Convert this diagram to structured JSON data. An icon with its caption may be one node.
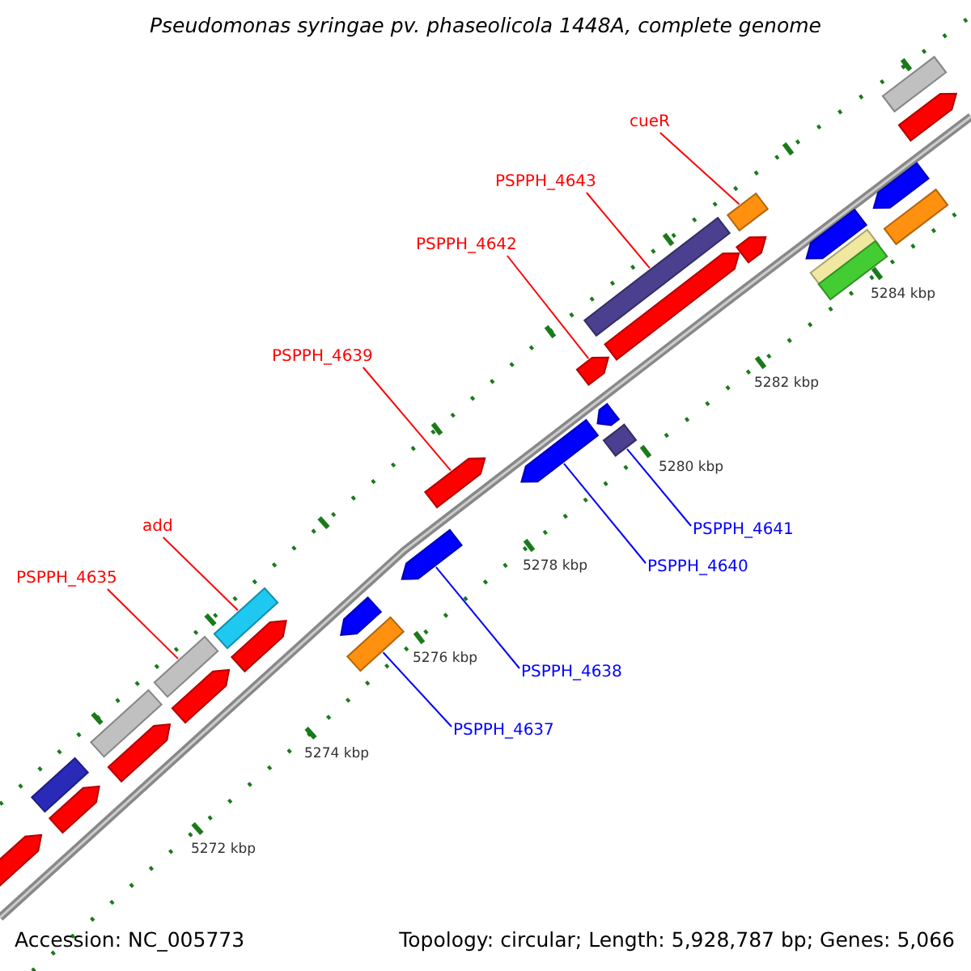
{
  "diagram": {
    "title": "Pseudomonas syringae pv. phaseolicola 1448A, complete genome",
    "nodes": [
      {
        "text": [
          "PSPPH_4635"
        ]
      },
      {
        "text": [
          "add"
        ]
      },
      {
        "text": [
          "PSPPH_4639"
        ]
      },
      {
        "text": [
          "PSPPH_4642"
        ]
      },
      {
        "text": [
          "PSPPH_4643"
        ]
      },
      {
        "text": [
          "cueR"
        ]
      },
      {
        "text": [
          "PSPPH_4637"
        ]
      },
      {
        "text": [
          "PSPPH_4638"
        ]
      },
      {
        "text": [
          "PSPPH_4640"
        ]
      },
      {
        "text": [
          "PSPPH_4641"
        ]
      },
      {
        "text": [],
        "shape": "bar"
      },
      {
        "text": [],
        "shape": "bar"
      },
      {
        "text": [],
        "shape": "pentagon"
      },
      {
        "text": [],
        "shape": "pentagon"
      },
      {
        "text": [],
        "shape": "bar"
      },
      {
        "text": [],
        "shape": "bar"
      },
      {
        "text": [],
        "shape": "bar"
      },
      {
        "text": [],
        "shape": "pentagon"
      },
      {
        "text": [],
        "shape": "pentagon"
      },
      {
        "text": [],
        "shape": "bar"
      },
      {
        "text": [],
        "shape": "pentagon"
      },
      {
        "text": [],
        "shape": "pentagon"
      },
      {
        "text": [],
        "shape": "bar"
      },
      {
        "text": [],
        "shape": "bar"
      },
      {
        "text": [],
        "shape": "pentagon"
      },
      {
        "text": [],
        "shape": "pentagon"
      },
      {
        "text": [],
        "shape": "pentagon"
      },
      {
        "text": [],
        "shape": "pentagon"
      },
      {
        "text": [],
        "shape": "pentagon"
      },
      {
        "text": [],
        "shape": "bar"
      },
      {
        "text": [],
        "shape": "pentagon"
      },
      {
        "text": [],
        "shape": "pentagon"
      },
      {
        "text": [],
        "shape": "pentagon"
      },
      {
        "text": [],
        "shape": "pentagon"
      },
      {
        "text": [],
        "shape": "bar"
      },
      {
        "text": [],
        "shape": "bar"
      },
      {
        "text": [],
        "shape": "pentagon"
      },
      {
        "text": [],
        "shape": "bar"
      }
    ],
    "edges": [
      {
        "from": 0,
        "to": 10,
        "arrow": "none"
      },
      {
        "from": 1,
        "to": 11,
        "arrow": "none"
      },
      {
        "from": 2,
        "to": 12,
        "arrow": "none"
      },
      {
        "from": 3,
        "to": 13,
        "arrow": "none"
      },
      {
        "from": 4,
        "to": 14,
        "arrow": "none"
      },
      {
        "from": 5,
        "to": 15,
        "arrow": "none"
      },
      {
        "from": 6,
        "to": 16,
        "arrow": "none",
        "color": "#0000ff"
      },
      {
        "from": 7,
        "to": 17,
        "arrow": "none",
        "color": "#0000ff"
      },
      {
        "from": 8,
        "to": 18,
        "arrow": "none",
        "color": "#0000ff"
      },
      {
        "from": 9,
        "to": 19,
        "arrow": "none",
        "color": "#0000ff"
      }
    ],
    "labels": [
      "5284 kbp",
      "5282 kbp",
      "5280 kbp",
      "5278 kbp",
      "5276 kbp",
      "5274 kbp",
      "5272 kbp",
      "Accession: NC_005773",
      "Topology: circular; Length: 5,928,787 bp; Genes: 5,066"
    ]
  }
}
